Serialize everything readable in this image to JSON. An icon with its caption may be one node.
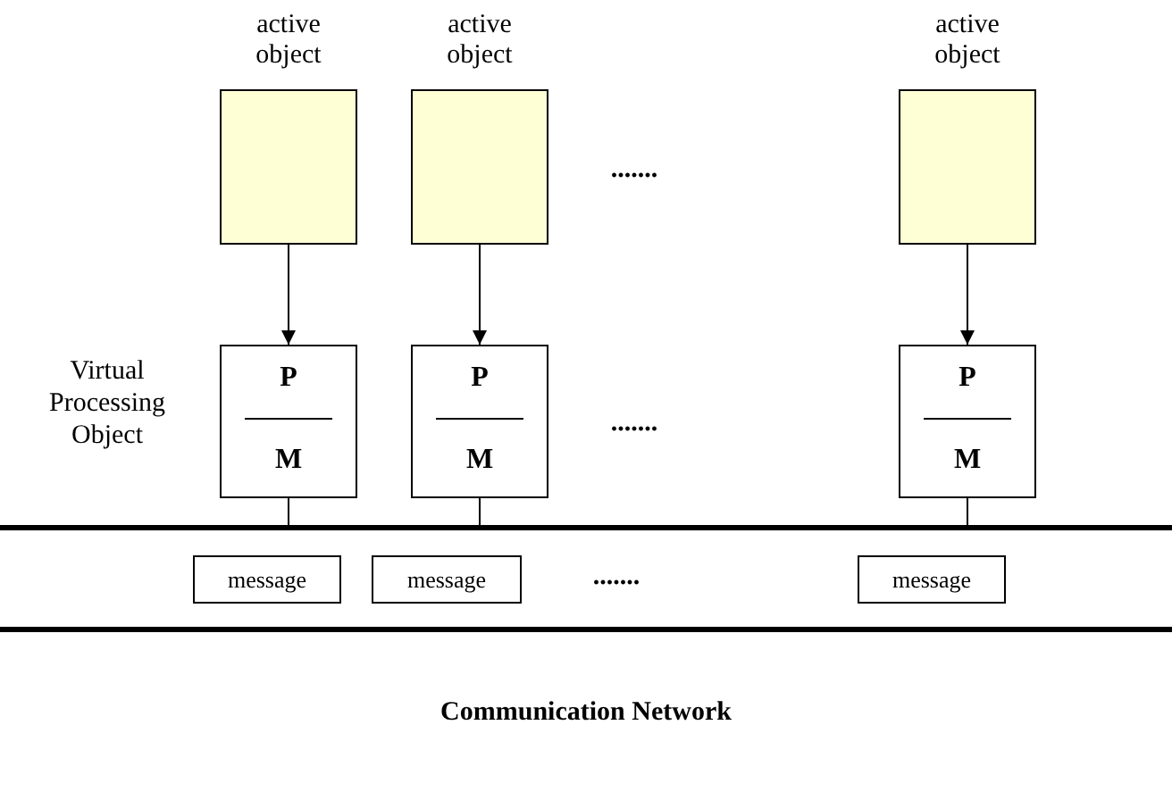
{
  "diagram": {
    "nodes": [
      {
        "text": [
          "active object"
        ]
      },
      {
        "text": [
          "active object"
        ]
      },
      {
        "text": [
          "active object"
        ]
      },
      {
        "text": [
          "P",
          "M"
        ]
      },
      {
        "text": [
          "P",
          "M"
        ]
      },
      {
        "text": [
          "P",
          "M"
        ]
      },
      {
        "text": [
          "Communication Network"
        ]
      },
      {
        "text": [
          "message"
        ],
        "in": 6
      },
      {
        "text": [
          "message"
        ],
        "in": 6
      },
      {
        "text": [
          "message"
        ],
        "in": 6
      }
    ],
    "edges": [
      {
        "from": 0,
        "to": 3,
        "arrow": "to"
      },
      {
        "from": 1,
        "to": 4,
        "arrow": "to"
      },
      {
        "from": 2,
        "to": 5,
        "arrow": "to"
      },
      {
        "from": 3,
        "to": 6,
        "arrow": "none"
      },
      {
        "from": 4,
        "to": 6,
        "arrow": "none"
      },
      {
        "from": 5,
        "to": 6,
        "arrow": "none"
      }
    ],
    "labels": [
      ".......",
      "Virtual Processing Object",
      ".......",
      "......."
    ]
  }
}
